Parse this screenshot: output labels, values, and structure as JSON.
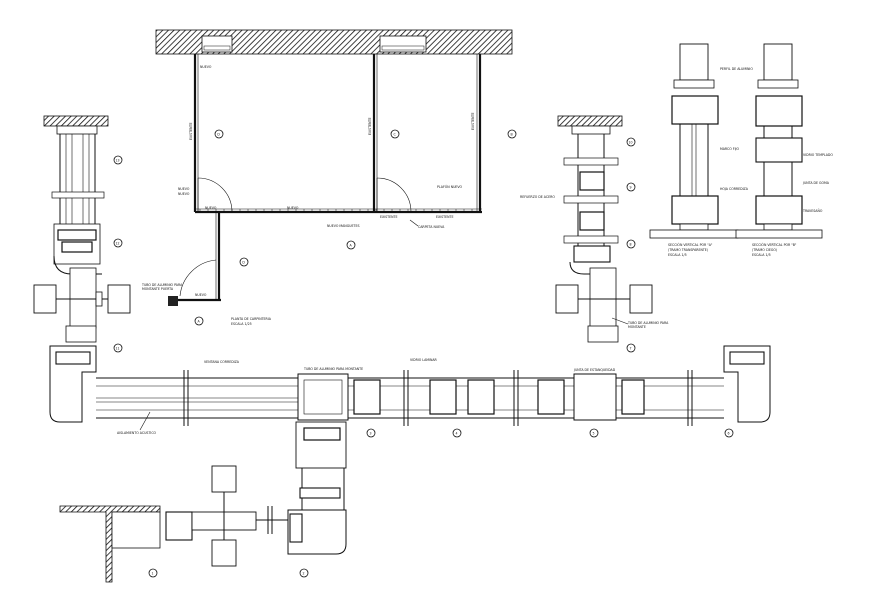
{
  "plan": {
    "tag_nuevo_top": "NUEVO",
    "tag_existente_d": "EXISTENTE",
    "tag_existente_c": "EXISTENTE",
    "tag_existente_b": "EXISTENTE",
    "tag_plafon": "PLAFÓN NUEVO",
    "tag_nuevo_wall": "NUEVO",
    "tag_nuevo_wall2": "NUEVO",
    "tag_nuevo_manguetes": "NUEVO MANGUETES",
    "tag_existente_bottom": "EXISTENTE",
    "tag_existente_bottom2": "EXISTENTE",
    "tag_carpeta": "CARPETA NUEVA",
    "tag_nuevo_left": "NUEVO",
    "tag_tubo": "TUBO DE ALUMINIO PARA",
    "tag_tubo2": "MONTANTE PUERTA",
    "tag_planta": "PLANTA DE CARPINTERIA",
    "tag_escala": "ESCALA 1/25",
    "tag_ventana": "VENTANA CORREDIZA",
    "axis_d": "D",
    "axis_c": "C",
    "axis_b": "B",
    "axis_a": "A",
    "axis_d2": "D",
    "axis_a2": "A"
  },
  "sections": {
    "label_10": "10",
    "label_9": "9",
    "label_8": "8",
    "label_7": "7",
    "label_13": "13",
    "label_12": "12",
    "label_11": "11",
    "label_6": "6",
    "label_5": "5",
    "label_4": "4",
    "label_3": "3",
    "label_2": "2",
    "label_1": "1",
    "tag_aislamiento": "AISLAMIENTO ACUSTICO",
    "tag_tubo_right": "TUBO DE ALUMINIO PARA MONTANTE",
    "tag_vidrio": "VIDRIO LAMINAR",
    "tag_junta": "JUNTA DE ESTANQUEIDAD",
    "tag_refuerzo": "REFUERZO DE ACERO",
    "tag_tubo_low": "TUBO DE ALUMINIO PARA",
    "tag_tubo_low2": "MONTANTE"
  },
  "details": {
    "tag_a1": "PERFIL DE ALUMINIO",
    "tag_a2": "MARCO FIJO",
    "tag_a3": "HOJA CORREDIZA",
    "tag_b1": "VIDRIO TEMPLADO",
    "tag_b2": "JUNTA DE GOMA",
    "tag_b3": "TRAVESAÑO",
    "caption_a": "SECCIÓN VERTICAL POR \"A\"",
    "caption_a2": "(TRAMO TRANSPARENTE)",
    "caption_a3": "ESCALA 1/5",
    "caption_b": "SECCIÓN VERTICAL POR \"B\"",
    "caption_b2": "(TRAMO CIEGO)",
    "caption_b3": "ESCALA 1/5"
  }
}
